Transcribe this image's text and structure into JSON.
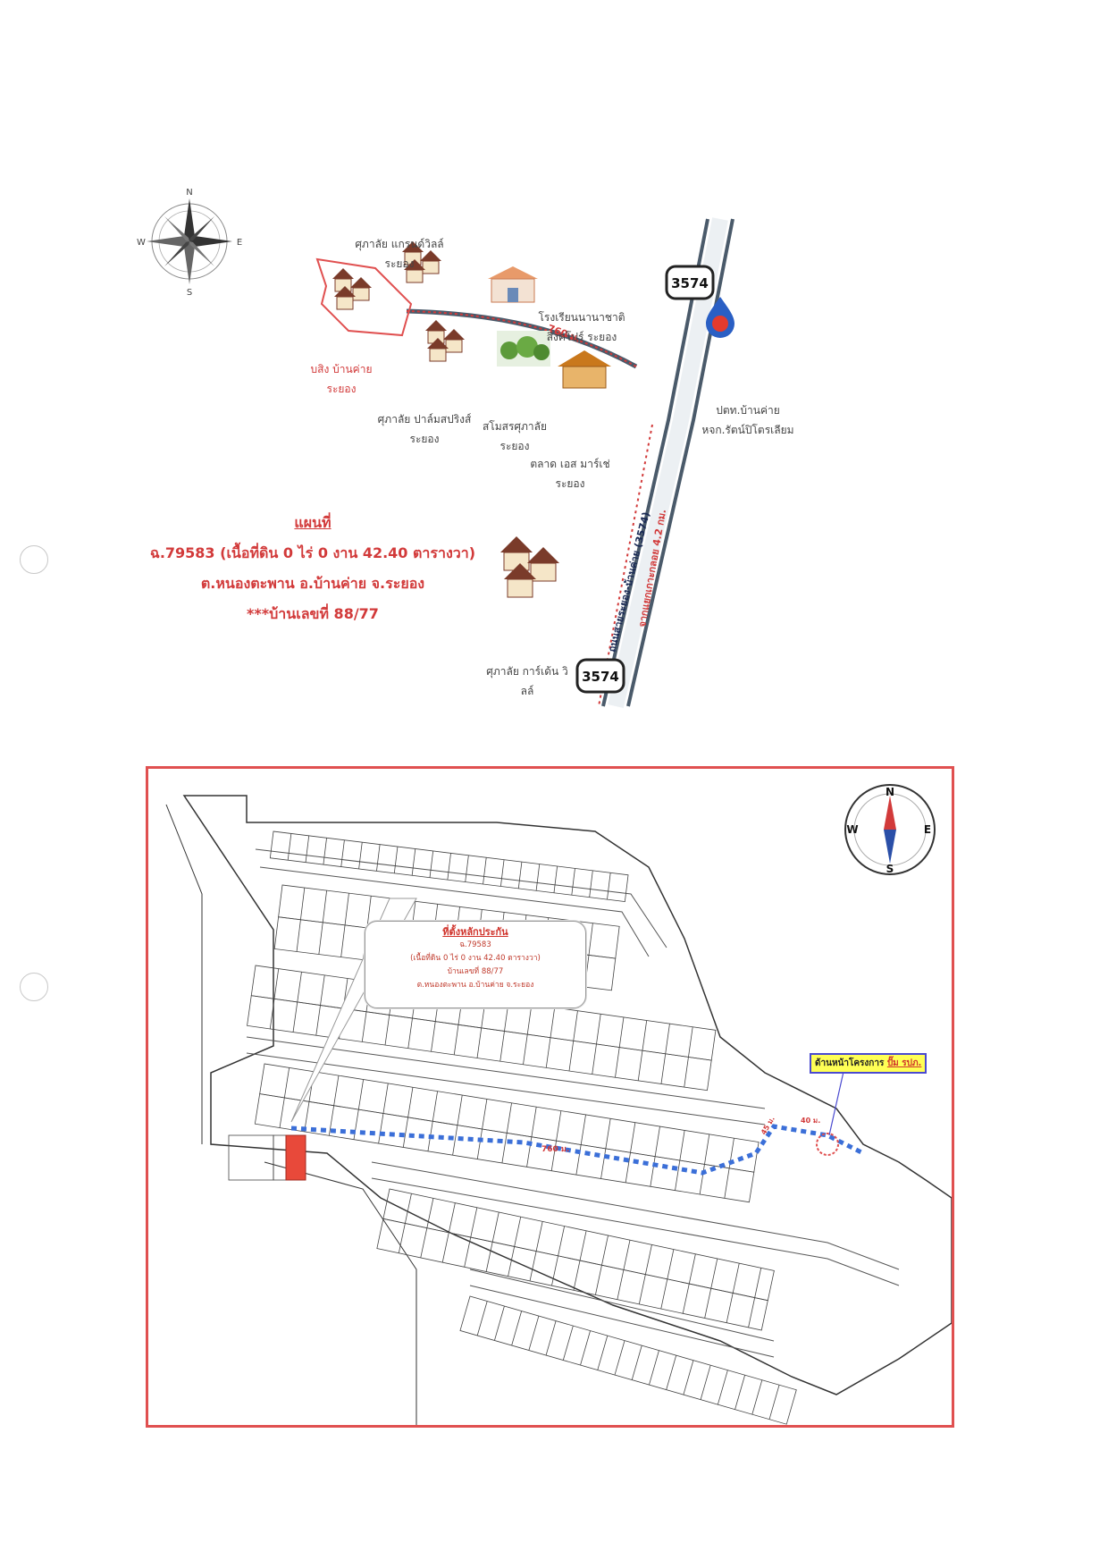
{
  "compass_top": {
    "n": "N",
    "s": "S",
    "e": "E",
    "w": "W"
  },
  "top_map": {
    "route_label": "3574",
    "route_label_bottom": "3574",
    "distance_1": "760 ม.",
    "distance_2": "จากแยกเกาะกลอย 4.2 กม.",
    "road_name": "ถนนสายระยอง-บ้านค่าย (3574)",
    "places": {
      "grand_ville": "ศุภาลัย แกรนด์วิลล์ ระยอง",
      "target": "บสิง บ้านค่าย ระยอง",
      "palm_spring": "ศุภาลัย ปาล์มสปริงส์ ระยอง",
      "school": "โรงเรียนนานาชาติ สิงคโปร์ ระยอง",
      "park": "สโมสรศุภาลัย ระยอง",
      "market": "ตลาด เอส มาร์เช่ ระยอง",
      "gas": "ปตท.บ้านค่าย หจก.รัตน์ปิโตรเลียม",
      "garden_ville": "ศุภาลัย การ์เด้น วิลล์"
    }
  },
  "title": {
    "heading": "แผนที่",
    "deed": "ฉ.79583 (เนื้อที่ดิน 0 ไร่ 0 งาน 42.40 ตารางวา)",
    "location": "ต.หนองตะพาน อ.บ้านค่าย จ.ระยอง",
    "house_no": "***บ้านเลขที่ 88/77"
  },
  "plan": {
    "callout_heading": "ที่ตั้งหลักประกัน",
    "callout_l1": "ฉ.79583",
    "callout_l2": "(เนื้อที่ดิน 0 ไร่ 0 งาน 42.40 ตารางวา)",
    "callout_l3": "บ้านเลขที่ 88/77",
    "callout_l4": "ต.หนองตะพาน อ.บ้านค่าย จ.ระยอง",
    "front_label": "ด้านหน้าโครงการ ",
    "front_label_hl": "ปั๊ม รปภ.",
    "dist_760": "760 ม.",
    "dist_45": "45 ม.",
    "dist_40": "40 ม.",
    "compass": {
      "n": "N",
      "s": "S",
      "e": "E",
      "w": "W"
    }
  },
  "colors": {
    "accent_red": "#d23a3a",
    "border_red": "#e05050",
    "route_blue": "#3b6fd8",
    "plot_red": "#e8493a",
    "highlight_yellow": "#ffff55"
  }
}
